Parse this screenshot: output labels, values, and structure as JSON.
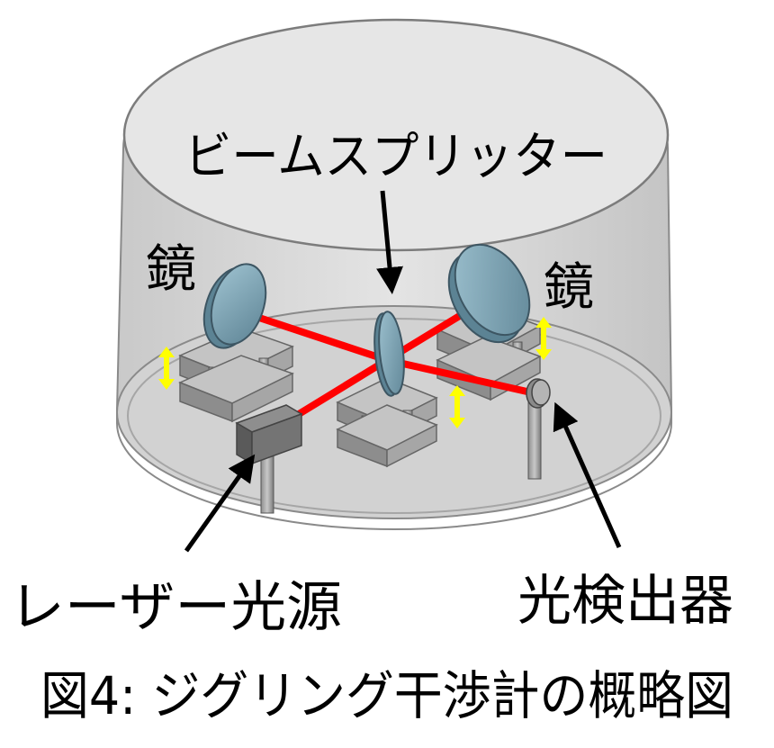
{
  "labels": {
    "beam_splitter": "ビームスプリッター",
    "mirror_left": "鏡",
    "mirror_right": "鏡",
    "laser_source": "レーザー光源",
    "photodetector": "光検出器"
  },
  "caption": "図4: ジグリング干渉計の概略図",
  "colors": {
    "laser_beam": "#ff0000",
    "motion_arrow": "#ffff00",
    "enclosure": "#d4d4d4",
    "mirror": "#7fa3b3",
    "mount": "#9a9a9a"
  },
  "icons": {
    "motion": "double-headed-arrow-icon",
    "pointer": "arrow-icon"
  }
}
